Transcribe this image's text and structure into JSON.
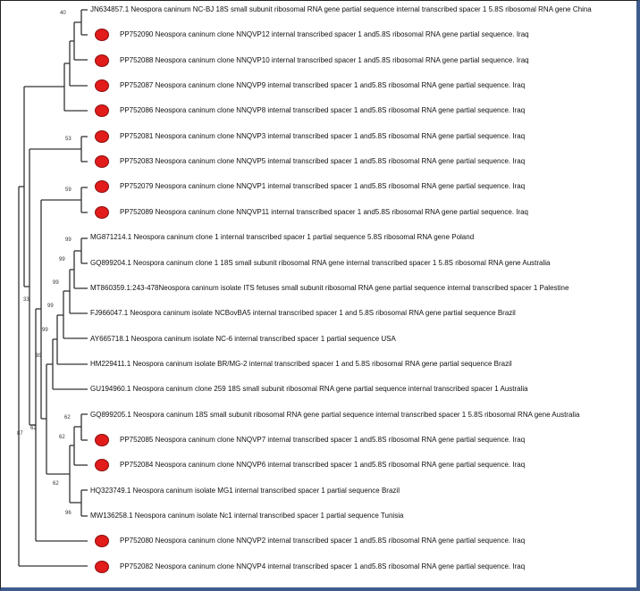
{
  "tree": {
    "leaves": [
      {
        "label": "JN634857.1 Neospora caninum NC-BJ 18S small subunit ribosomal RNA gene partial sequence internal transcribed spacer 1 5.8S ribosomal RNA gene China",
        "marked": false
      },
      {
        "label": "PP752090 Neospora caninum clone NNQVP12 internal transcribed spacer 1 and5.8S ribosomal RNA gene partial sequence. Iraq",
        "marked": true
      },
      {
        "label": "PP752088 Neospora caninum clone NNQVP10 internal transcribed spacer 1 and5.8S ribosomal RNA gene partial sequence. Iraq",
        "marked": true
      },
      {
        "label": "PP752087 Neospora caninum clone NNQVP9 internal transcribed spacer 1 and5.8S ribosomal RNA gene partial sequence. Iraq",
        "marked": true
      },
      {
        "label": "PP752086 Neospora caninum clone NNQVP8 internal transcribed spacer 1 and5.8S ribosomal RNA gene partial sequence. Iraq",
        "marked": true
      },
      {
        "label": "PP752081 Neospora caninum clone NNQVP3 internal transcribed spacer 1 and5.8S ribosomal RNA gene partial sequence. Iraq",
        "marked": true
      },
      {
        "label": "PP752083 Neospora caninum clone NNQVP5 internal transcribed spacer 1 and5.8S ribosomal RNA gene partial sequence. Iraq",
        "marked": true
      },
      {
        "label": "PP752079 Neospora caninum clone NNQVP1 internal transcribed spacer 1 and5.8S ribosomal RNA gene partial sequence. Iraq",
        "marked": true
      },
      {
        "label": "PP752089 Neospora caninum clone NNQVP11 internal transcribed spacer 1 and5.8S ribosomal RNA gene partial sequence. Iraq",
        "marked": true
      },
      {
        "label": "MG871214.1 Neospora caninum clone 1 internal transcribed spacer 1 partial sequence 5.8S ribosomal RNA gene Poland",
        "marked": false
      },
      {
        "label": "GQ899204.1 Neospora caninum clone 1 18S small subunit ribosomal RNA gene internal transcribed spacer 1 5.8S ribosomal RNA gene Australia",
        "marked": false
      },
      {
        "label": "MT860359.1:243-478Neospora caninum isolate ITS fetuses small subunit ribosomal RNA gene partial sequence internal transcribed spacer 1 Palestine",
        "marked": false
      },
      {
        "label": "FJ966047.1 Neospora caninum isolate NCBovBA5 internal transcribed spacer 1 and 5.8S ribosomal RNA gene partial sequence Brazil",
        "marked": false
      },
      {
        "label": "AY665718.1 Neospora caninum isolate NC-6 internal transcribed spacer 1 partial sequence USA",
        "marked": false
      },
      {
        "label": "HM229411.1 Neospora caninum isolate BR/MG-2 internal transcribed spacer 1 and 5.8S ribosomal RNA gene partial sequence Brazil",
        "marked": false
      },
      {
        "label": "GU194960.1 Neospora caninum clone 259 18S small subunit ribosomal RNA gene partial sequence internal transcribed spacer 1 Australia",
        "marked": false
      },
      {
        "label": "GQ899205.1 Neospora caninum 18S small subunit ribosomal RNA gene partial sequence internal transcribed spacer 1 5.8S ribosomal RNA gene Australia",
        "marked": false
      },
      {
        "label": "PP752085 Neospora caninum clone NNQVP7 internal transcribed spacer 1 and5.8S ribosomal RNA gene partial sequence. Iraq",
        "marked": true
      },
      {
        "label": "PP752084 Neospora caninum clone NNQVP6 internal transcribed spacer 1 and5.8S ribosomal RNA gene partial sequence. Iraq",
        "marked": true
      },
      {
        "label": "HQ323749.1 Neospora caninum isolate MG1 internal transcribed spacer 1 partial sequence Brazil",
        "marked": false
      },
      {
        "label": "MW136258.1 Neospora caninum isolate Nc1 internal transcribed spacer 1 partial sequence Tunisia",
        "marked": false
      },
      {
        "label": "PP752080 Neospora caninum clone NNQVP2 internal transcribed spacer 1 and5.8S ribosomal RNA gene partial sequence. Iraq",
        "marked": true
      },
      {
        "label": "PP752082 Neospora caninum clone NNQVP4 internal transcribed spacer 1 and5.8S ribosomal RNA gene partial sequence. Iraq",
        "marked": true
      }
    ],
    "bootstrap": [
      "40",
      "53",
      "59",
      "99",
      "99",
      "99",
      "99",
      "99",
      "99",
      "33",
      "62",
      "62",
      "62",
      "87",
      "62",
      "96"
    ],
    "marker_color": "#e21b1b"
  }
}
